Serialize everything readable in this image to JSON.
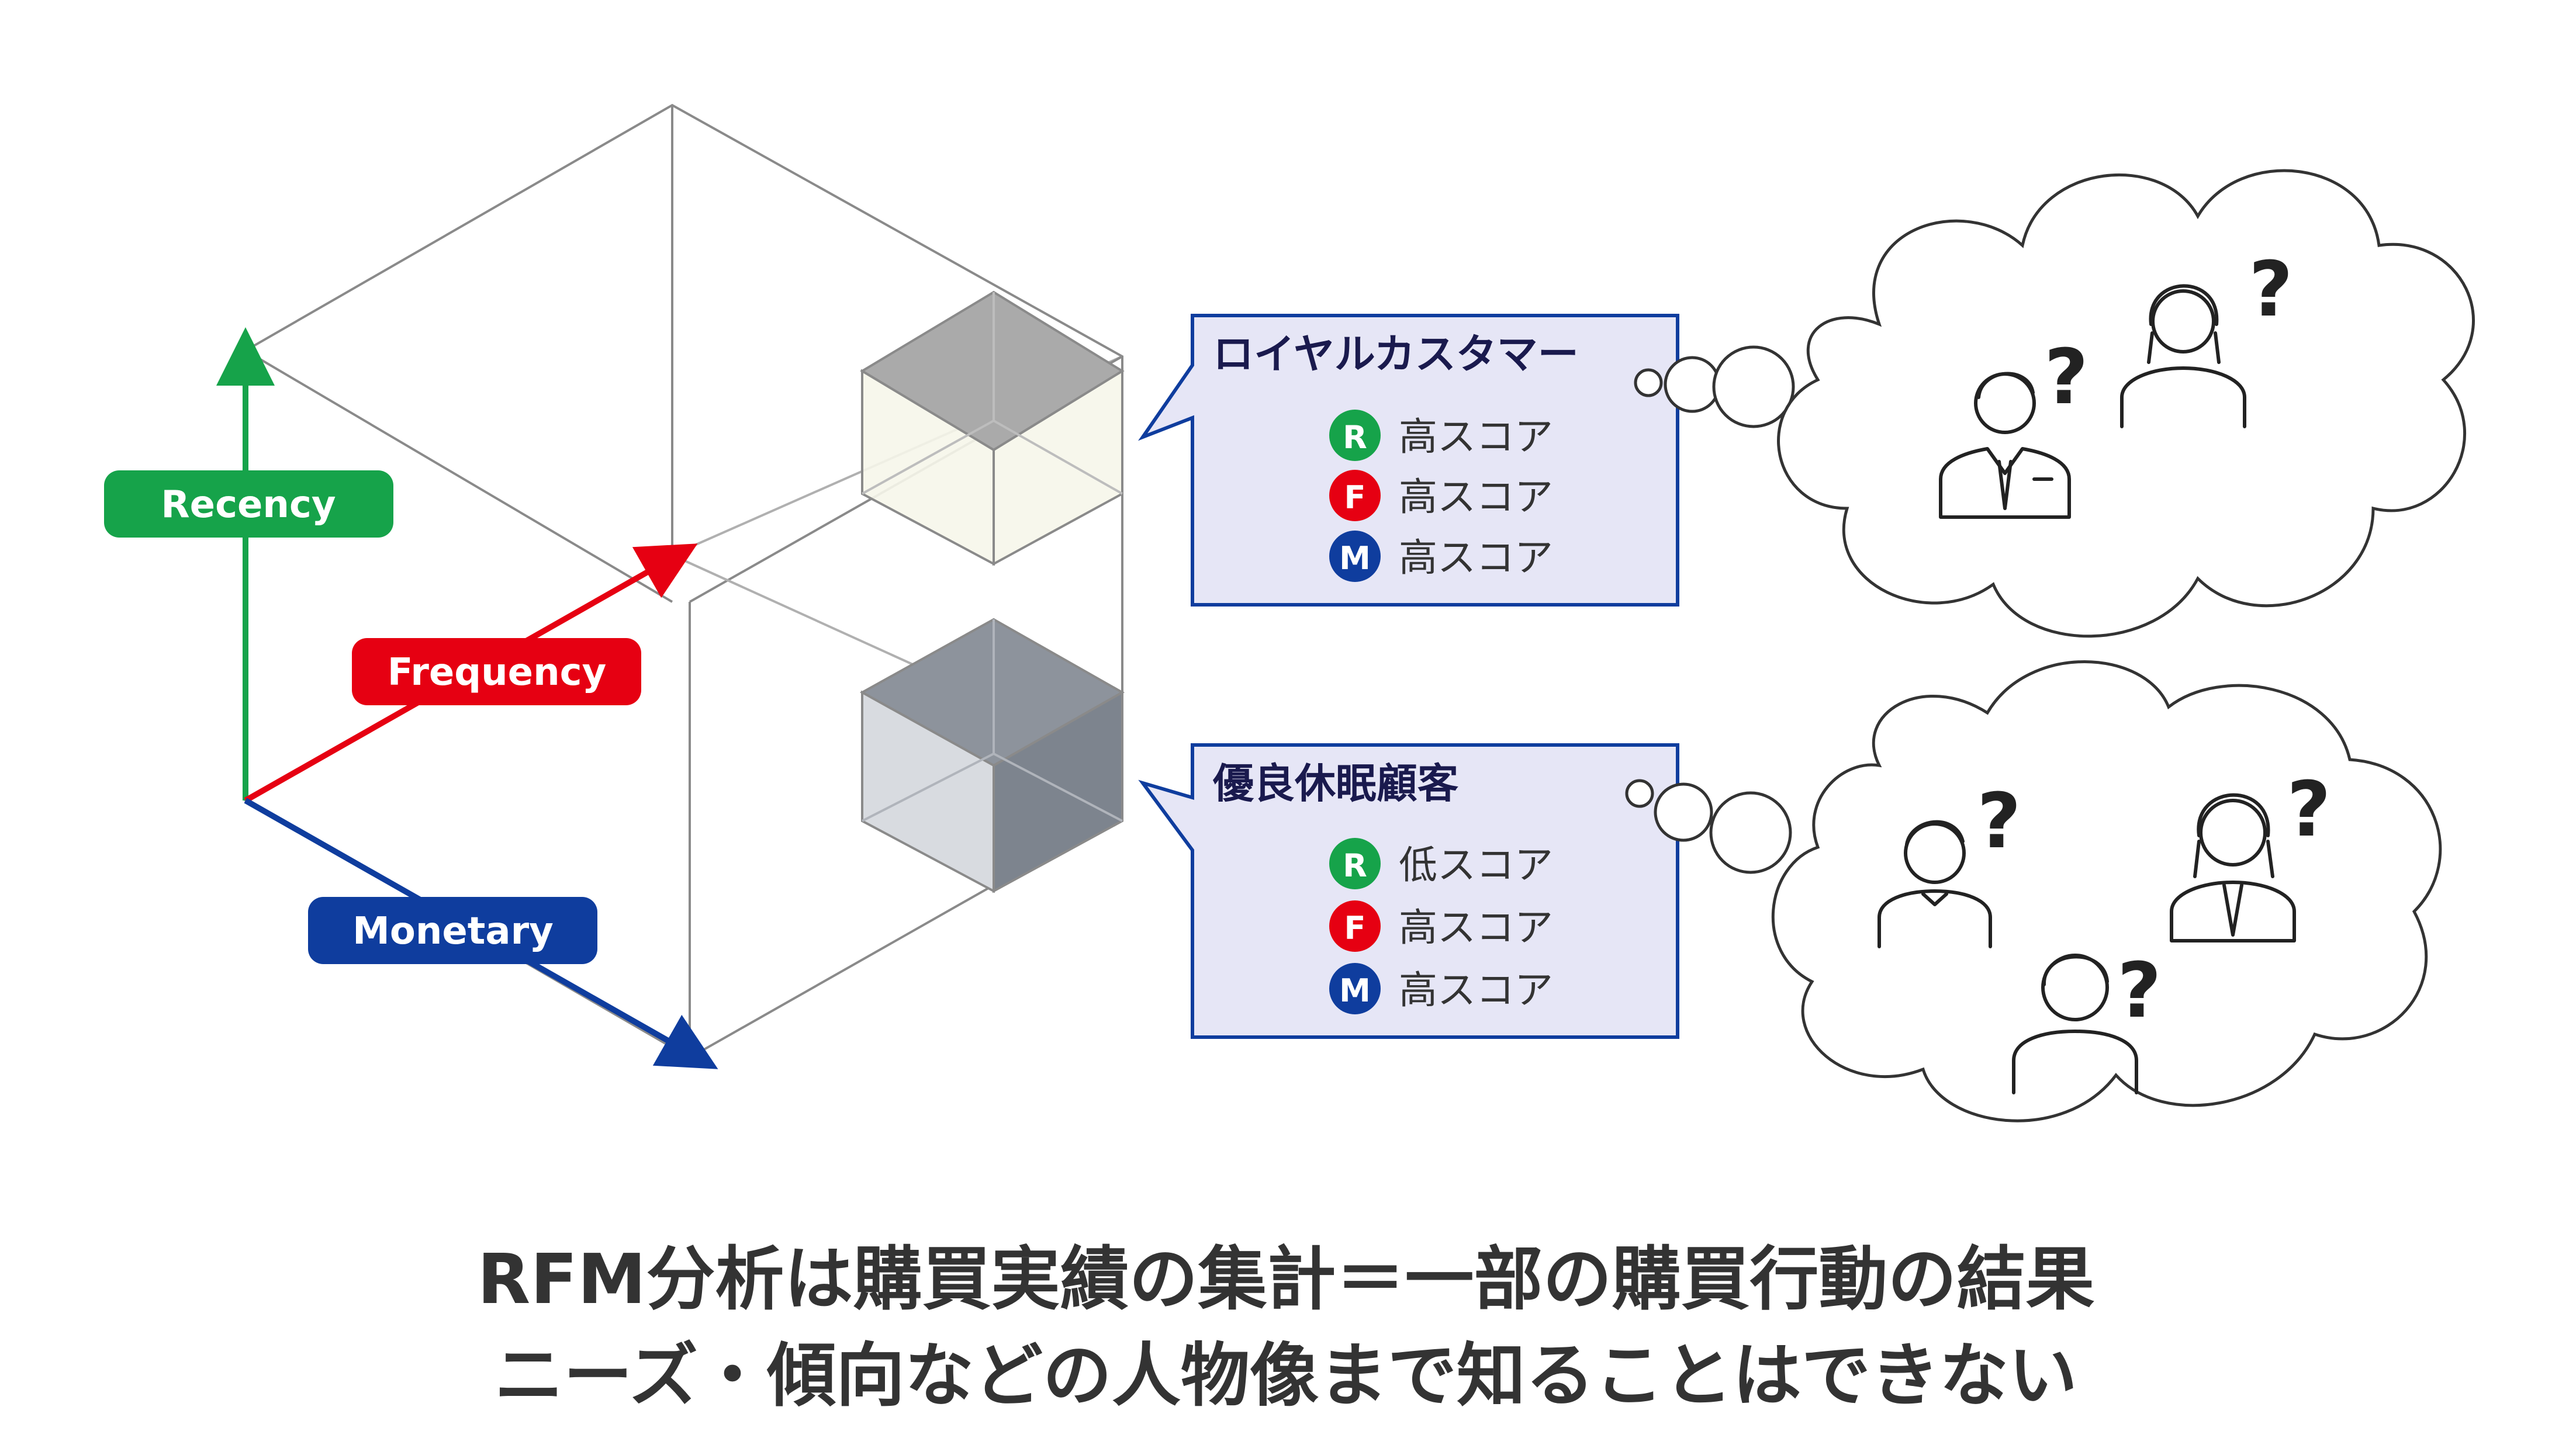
{
  "axes": {
    "recency": {
      "label": "Recency",
      "color": "#16a34a"
    },
    "frequency": {
      "label": "Frequency",
      "color": "#e60012"
    },
    "monetary": {
      "label": "Monetary",
      "color": "#0f3d9e"
    }
  },
  "segments": [
    {
      "title": "ロイヤルカスタマー",
      "scores": [
        {
          "badge": "R",
          "text": "高スコア",
          "color": "#16a34a"
        },
        {
          "badge": "F",
          "text": "高スコア",
          "color": "#e60012"
        },
        {
          "badge": "M",
          "text": "高スコア",
          "color": "#0f3d9e"
        }
      ]
    },
    {
      "title": "優良休眠顧客",
      "scores": [
        {
          "badge": "R",
          "text": "低スコア",
          "color": "#16a34a"
        },
        {
          "badge": "F",
          "text": "高スコア",
          "color": "#e60012"
        },
        {
          "badge": "M",
          "text": "高スコア",
          "color": "#0f3d9e"
        }
      ]
    }
  ],
  "question_mark": "?",
  "caption": {
    "line1": "RFM分析は購買実績の集計＝一部の購買行動の結果",
    "line2": "ニーズ・傾向などの人物像まで知ることはできない"
  },
  "colors": {
    "bubble_fill": "#e6e6f6",
    "bubble_stroke": "#0f3d9e",
    "bubble_title": "#1a1a4e",
    "caption": "#333333",
    "cube_line": "#8a8a8a"
  },
  "icons": {
    "person": "person-outline-icon",
    "question": "question-mark-icon"
  }
}
